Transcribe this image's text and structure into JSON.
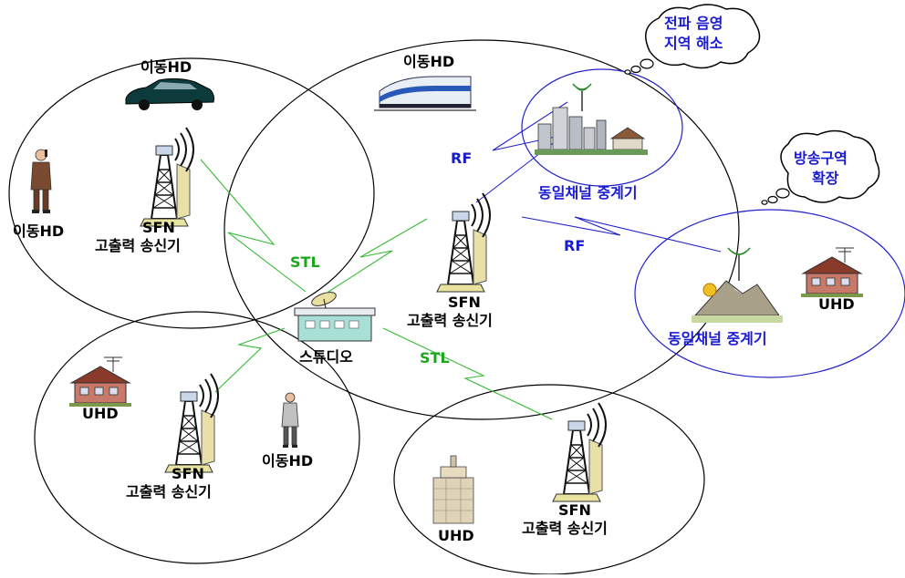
{
  "labels": {
    "mobile_hd": "이동HD",
    "sfn": "SFN",
    "hp_tx": "고출력 송신기",
    "uhd": "UHD",
    "studio": "스튜디오",
    "stl": "STL",
    "rf": "RF",
    "repeater": "동일채널 중계기",
    "bubble1_l1": "전파 음영",
    "bubble1_l2": "지역 해소",
    "bubble2_l1": "방송구역",
    "bubble2_l2": "확장"
  },
  "colors": {
    "cell_outline": "#000000",
    "repeater_outline": "#2222cc",
    "stl_link": "#33bb33",
    "rf_link": "#2222cc",
    "label_blue": "#1a1ad0",
    "label_green": "#1aa81a"
  },
  "icons": [
    "car-icon",
    "train-icon",
    "person-phone-icon",
    "person-walking-icon",
    "tower-icon",
    "studio-icon",
    "city-icon",
    "mountain-icon",
    "house-icon",
    "building-icon",
    "cloud-bubble-icon"
  ]
}
